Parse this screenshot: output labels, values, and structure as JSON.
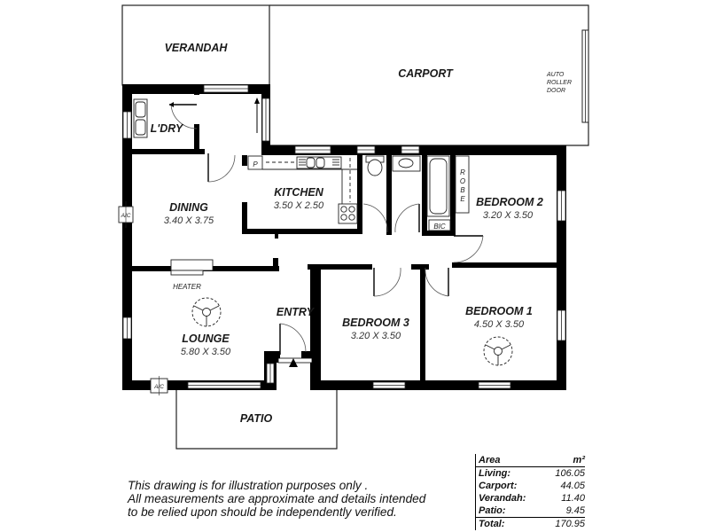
{
  "plan": {
    "rooms": {
      "verandah": {
        "name": "VERANDAH"
      },
      "carport": {
        "name": "CARPORT",
        "note_lines": [
          "AUTO",
          "ROLLER",
          "DOOR"
        ]
      },
      "laundry": {
        "name": "L'DRY"
      },
      "dining": {
        "name": "DINING",
        "dims": "3.40 X 3.75"
      },
      "kitchen": {
        "name": "KITCHEN",
        "dims": "3.50 X 2.50",
        "pantry": "P"
      },
      "bedroom2": {
        "name": "BEDROOM 2",
        "dims": "3.20 X 3.50"
      },
      "robe": {
        "letters": [
          "R",
          "O",
          "B",
          "E"
        ]
      },
      "bic": {
        "name": "BIC"
      },
      "lounge": {
        "name": "LOUNGE",
        "dims": "5.80 X 3.50"
      },
      "heater": {
        "name": "HEATER"
      },
      "entry": {
        "name": "ENTRY"
      },
      "bedroom3": {
        "name": "BEDROOM 3",
        "dims": "3.20 X 3.50"
      },
      "bedroom1": {
        "name": "BEDROOM 1",
        "dims": "4.50 X 3.50"
      },
      "patio": {
        "name": "PATIO"
      }
    },
    "fixtures": {
      "ac_west": "A/C",
      "ac_south": "A/C"
    }
  },
  "disclaimer": {
    "lines": [
      "This drawing is for illustration purposes only .",
      "All measurements are approximate and details intended",
      "to be relied upon should be independently verified."
    ]
  },
  "area_table": {
    "header": {
      "label": "Area",
      "unit": "m²"
    },
    "rows": [
      {
        "label": "Living:",
        "value": "106.05"
      },
      {
        "label": "Carport:",
        "value": "44.05"
      },
      {
        "label": "Verandah:",
        "value": "11.40"
      },
      {
        "label": "Patio:",
        "value": "9.45"
      }
    ],
    "total": {
      "label": "Total:",
      "value": "170.95"
    }
  }
}
